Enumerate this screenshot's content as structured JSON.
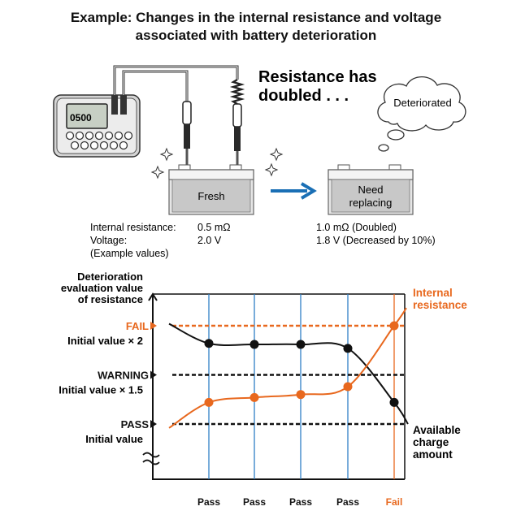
{
  "title": {
    "line1": "Example: Changes in the internal resistance and voltage",
    "line2": "associated with battery deterioration"
  },
  "callout": {
    "line1": "Resistance has",
    "line2": "doubled . . ."
  },
  "thought_bubble": "Deteriorated",
  "meter_display": "0500",
  "batteries": {
    "fresh_label": "Fresh",
    "need_line1": "Need",
    "need_line2": "replacing"
  },
  "measurements": {
    "resistance_label": "Internal resistance:",
    "resistance_fresh": "0.5 mΩ",
    "voltage_label": "Voltage:",
    "voltage_fresh": "2.0 V",
    "note": "(Example values)",
    "resistance_deteriorated": "1.0 mΩ (Doubled)",
    "voltage_deteriorated": "1.8 V (Decreased by 10%)"
  },
  "chart_data": {
    "type": "line",
    "ylabel": [
      "Deterioration",
      "evaluation value",
      "of resistance"
    ],
    "thresholds": [
      {
        "label": "FAIL",
        "sublabel": "Initial value × 2",
        "value": 2.0,
        "color": "#e8681e"
      },
      {
        "label": "WARNING",
        "sublabel": "Initial value × 1.5",
        "value": 1.5,
        "color": "#111111"
      },
      {
        "label": "PASS",
        "sublabel": "Initial value",
        "value": 1.0,
        "color": "#111111"
      }
    ],
    "x_categories": [
      "Pass",
      "Pass",
      "Pass",
      "Pass",
      "Fail"
    ],
    "series": [
      {
        "name": "Internal resistance",
        "color": "#e8681e",
        "values": [
          1.22,
          1.27,
          1.3,
          1.38,
          2.0
        ]
      },
      {
        "name": "Available charge amount",
        "color": "#111111",
        "values": [
          1.82,
          1.81,
          1.81,
          1.77,
          1.22
        ]
      }
    ],
    "series_labels": {
      "resistance": [
        "Internal",
        "resistance"
      ],
      "charge": [
        "Available",
        "charge",
        "amount"
      ]
    },
    "colors": {
      "orange": "#e8681e",
      "blue": "#2f7fc6",
      "black": "#111111"
    }
  }
}
